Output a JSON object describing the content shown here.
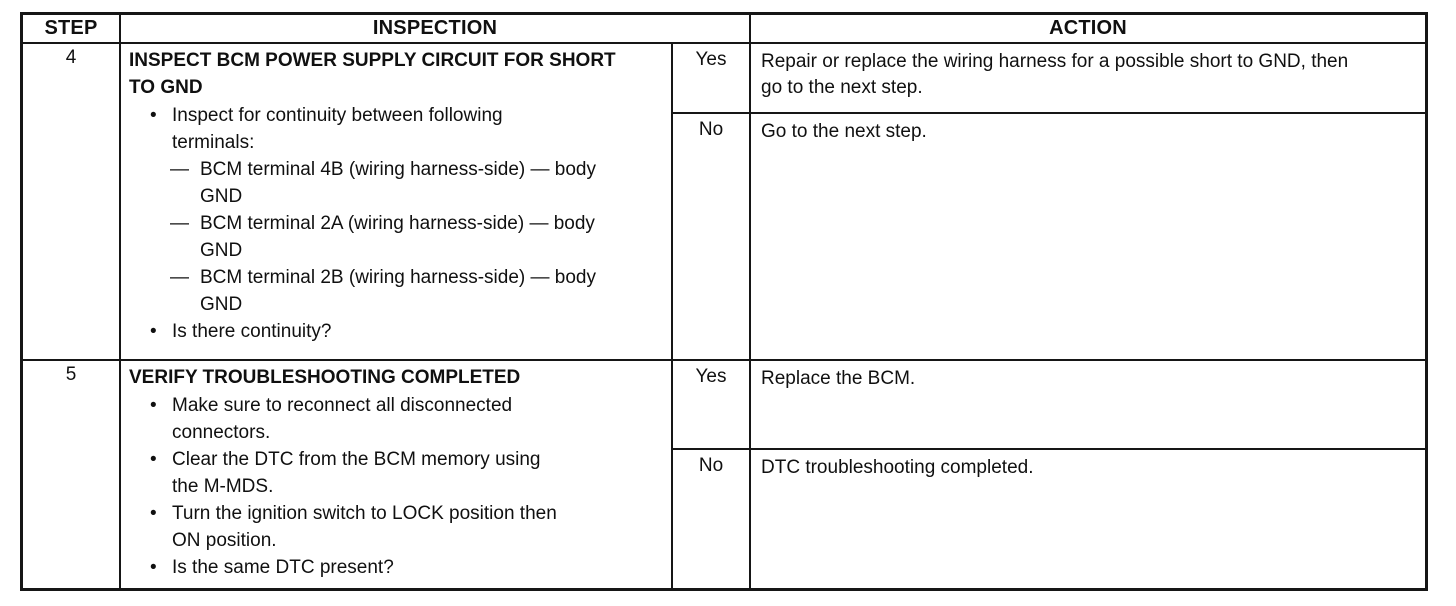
{
  "icons": {
    "bullet": "•",
    "dash": "—"
  },
  "table": {
    "headers": {
      "step": "STEP",
      "inspection": "INSPECTION",
      "action": "ACTION"
    },
    "rows": [
      {
        "step": "4",
        "title": "INSPECT BCM POWER SUPPLY CIRCUIT FOR SHORT TO GND",
        "bullets": [
          {
            "text": "Inspect for continuity between following terminals:",
            "subitems": [
              "BCM terminal 4B (wiring harness-side) — body GND",
              "BCM terminal 2A (wiring harness-side) — body GND",
              "BCM terminal 2B (wiring harness-side) — body GND"
            ]
          },
          {
            "text": "Is there continuity?",
            "subitems": []
          }
        ],
        "branches": [
          {
            "label": "Yes",
            "action": "Repair or replace the wiring harness for a possible short to GND, then go to the next step."
          },
          {
            "label": "No",
            "action": "Go to the next step."
          }
        ]
      },
      {
        "step": "5",
        "title": "VERIFY TROUBLESHOOTING COMPLETED",
        "bullets": [
          {
            "text": "Make sure to reconnect all disconnected connectors.",
            "subitems": []
          },
          {
            "text": "Clear the DTC from the BCM memory using the M-MDS.",
            "subitems": []
          },
          {
            "text": "Turn the ignition switch to LOCK position then ON position.",
            "subitems": []
          },
          {
            "text": "Is the same DTC present?",
            "subitems": []
          }
        ],
        "branches": [
          {
            "label": "Yes",
            "action": "Replace the BCM."
          },
          {
            "label": "No",
            "action": "DTC troubleshooting completed."
          }
        ]
      }
    ]
  }
}
